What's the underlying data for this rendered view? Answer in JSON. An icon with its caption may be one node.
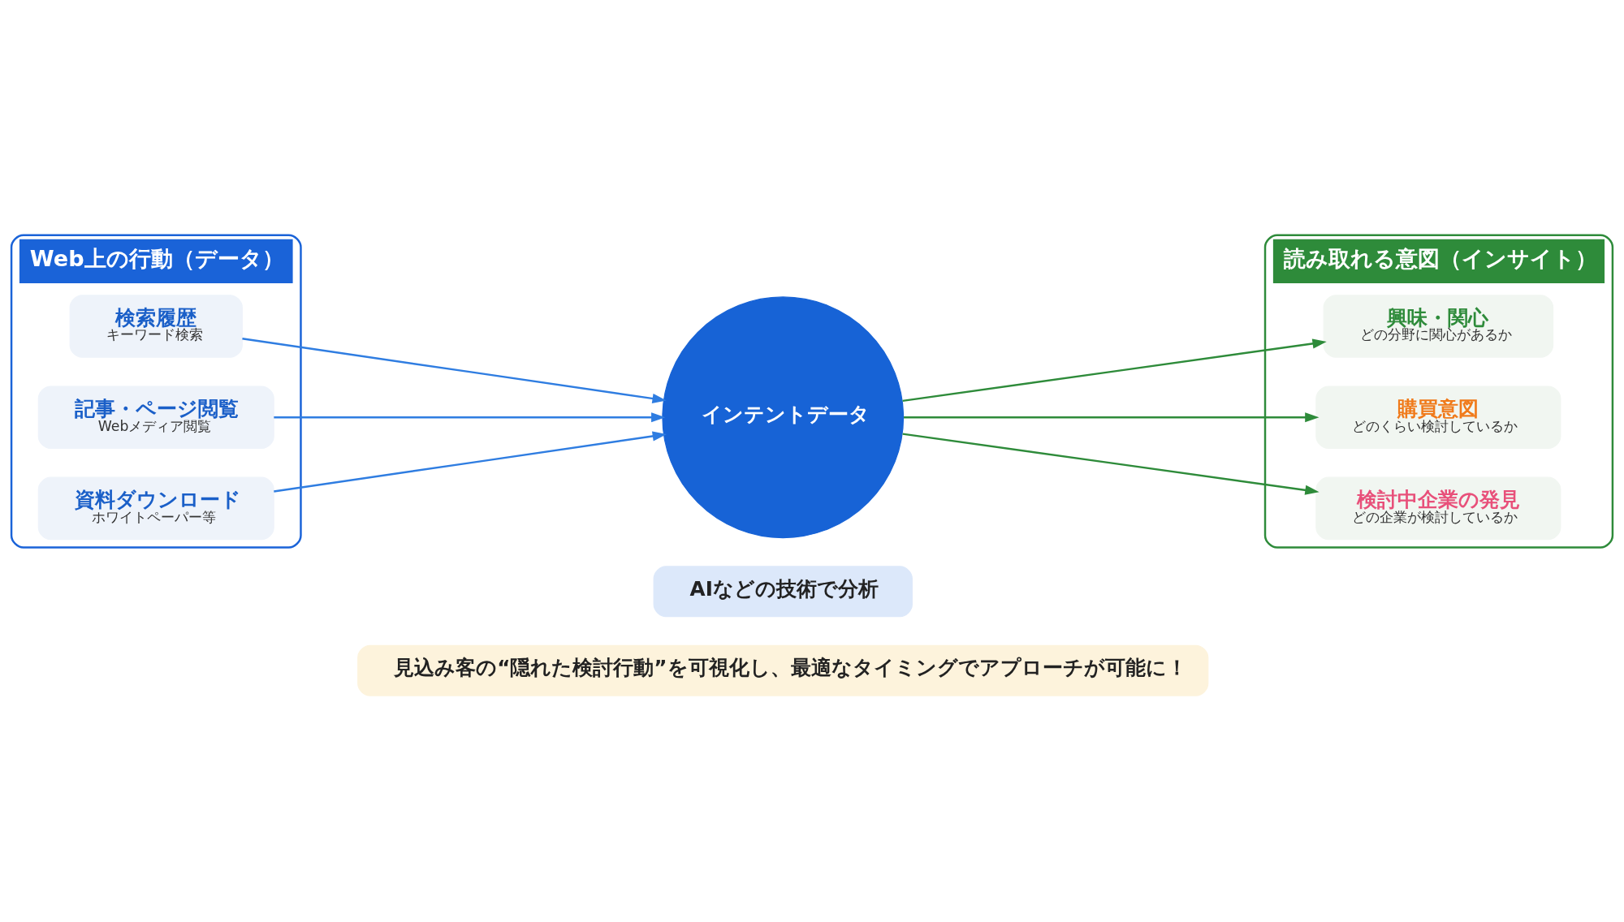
{
  "diagram": {
    "nodes": [
      {
        "text": [
          "Web上の行動（データ）"
        ]
      },
      {
        "text": [
          "検索履歴",
          "キーワード検索"
        ],
        "in": 0
      },
      {
        "text": [
          "記事・ページ閲覧",
          "Webメディア閲覧"
        ],
        "in": 0
      },
      {
        "text": [
          "資料ダウンロード",
          "ホワイトペーパー等"
        ],
        "in": 0
      },
      {
        "text": [
          "インテントデータ"
        ]
      },
      {
        "text": [
          "AIなどの技術で分析"
        ]
      },
      {
        "text": [
          "読み取れる意図（インサイト）"
        ]
      },
      {
        "text": [
          "興味・関心",
          "どの分野に関心があるか"
        ],
        "in": 6
      },
      {
        "text": [
          "購買意図",
          "どのくらい検討しているか"
        ],
        "in": 6
      },
      {
        "text": [
          "検討中企業の発見",
          "どの企業が検討しているか"
        ],
        "in": 6
      },
      {
        "text": [
          "見込み客の“隠れた検討行動”を可視化し、最適なタイミングでアプローチが可能に！"
        ]
      }
    ],
    "edges": [
      {
        "from": 1,
        "to": 4,
        "arrow": "to",
        "color": "#2f7de1"
      },
      {
        "from": 2,
        "to": 4,
        "arrow": "to",
        "color": "#2f7de1"
      },
      {
        "from": 3,
        "to": 4,
        "arrow": "to",
        "color": "#2f7de1"
      },
      {
        "from": 4,
        "to": 7,
        "arrow": "to",
        "color": "#2e8b3a"
      },
      {
        "from": 4,
        "to": 8,
        "arrow": "to",
        "color": "#2e8b3a"
      },
      {
        "from": 4,
        "to": 9,
        "arrow": "to",
        "color": "#2e8b3a"
      }
    ]
  }
}
